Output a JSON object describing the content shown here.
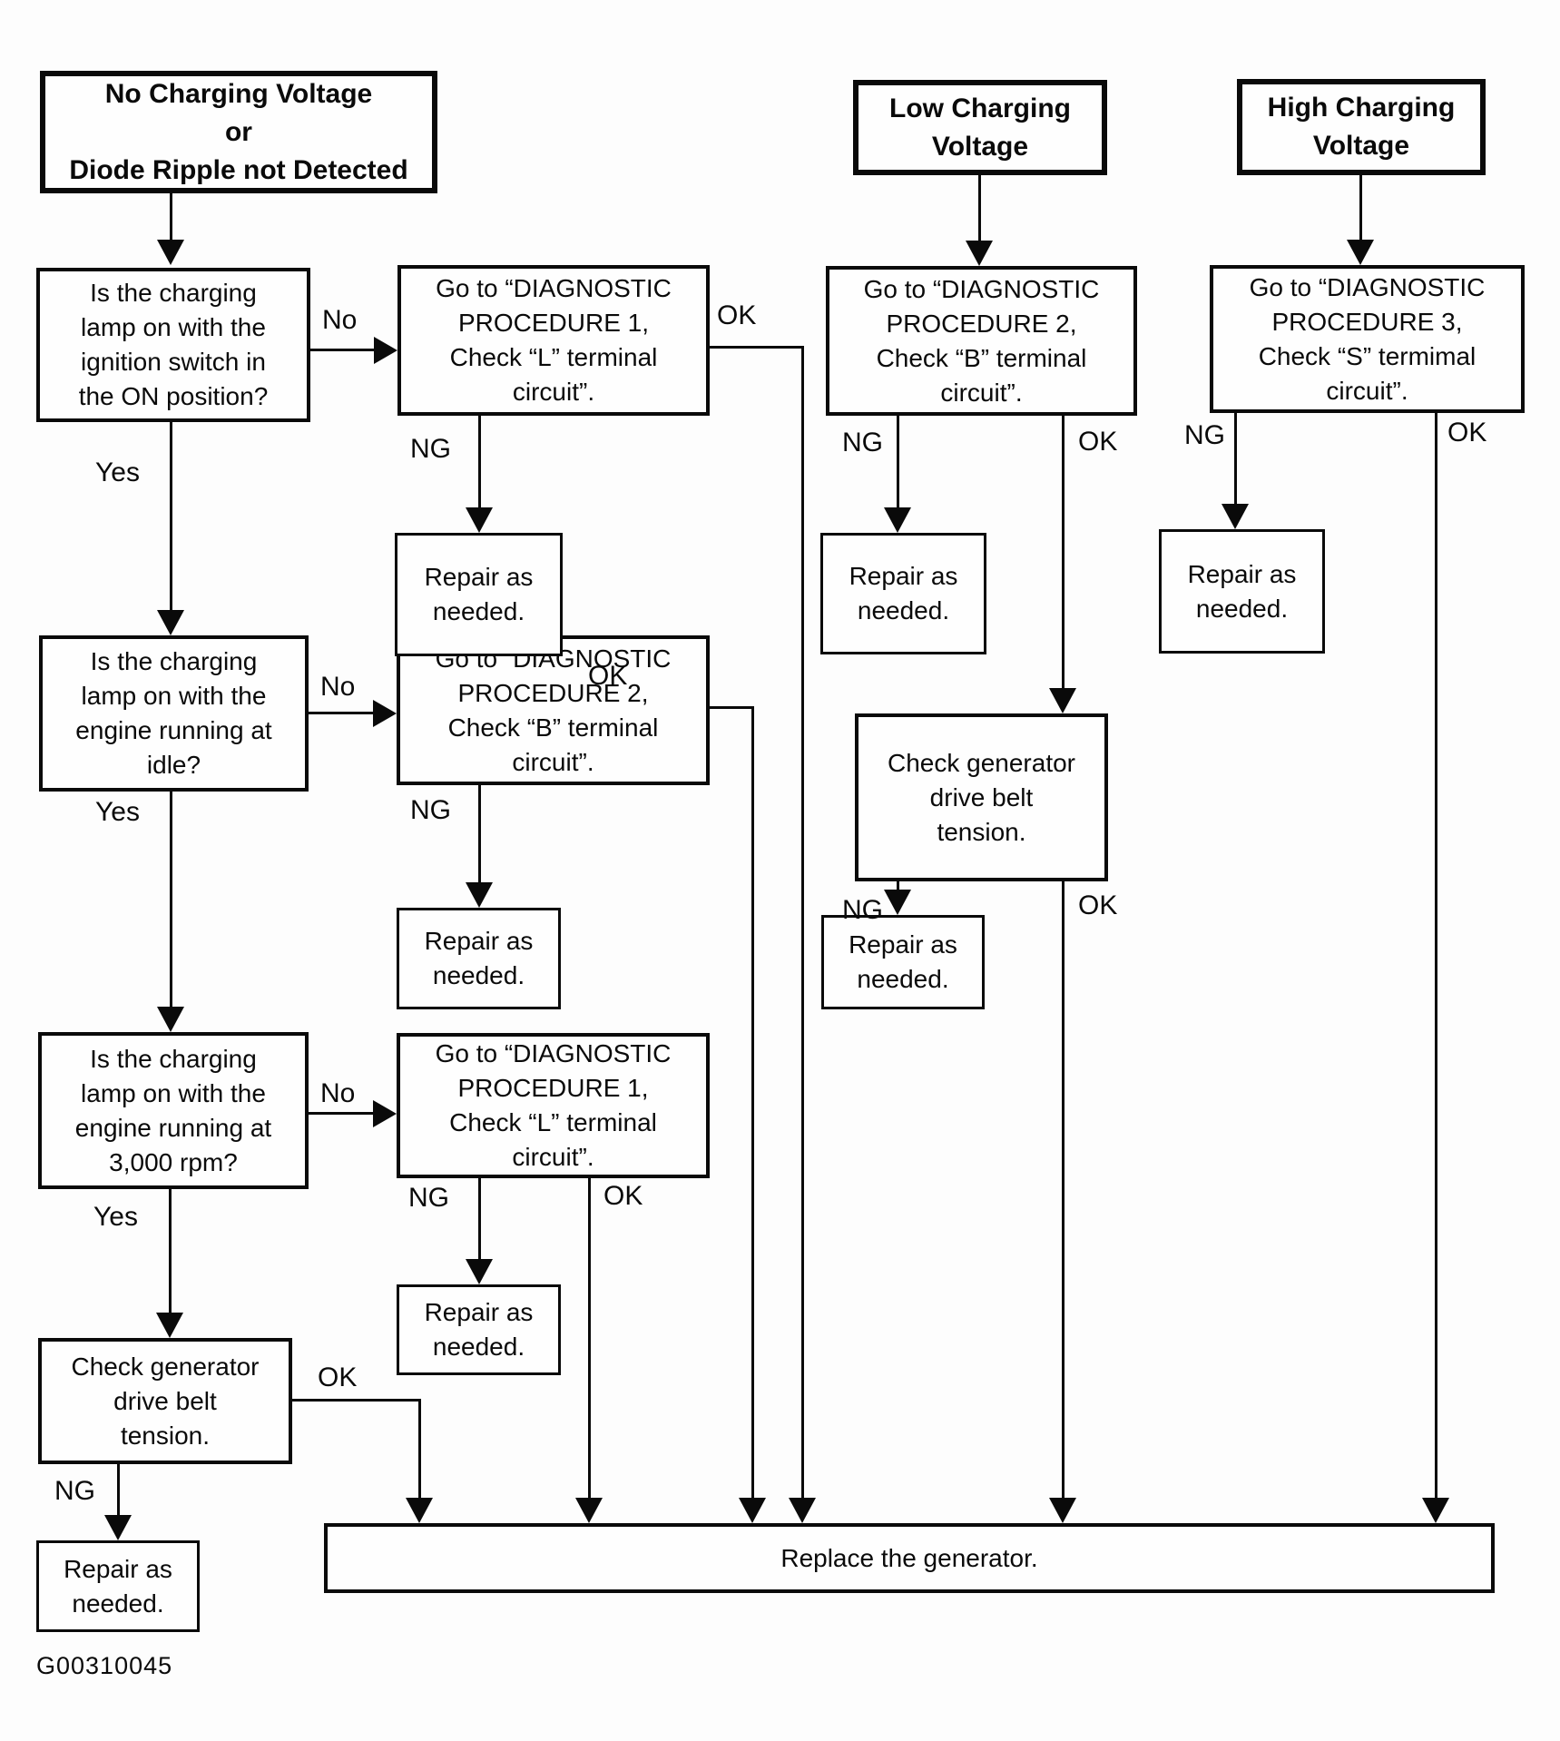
{
  "page": {
    "background": "#fdfdfd",
    "ink": "#0a0a0a"
  },
  "labels": {
    "yes": "Yes",
    "no": "No",
    "ng": "NG",
    "ok": "OK"
  },
  "footer": {
    "figure_code": "G00310045"
  },
  "nodes": {
    "no_charging": {
      "text": "No Charging Voltage\nor\nDiode Ripple not Detected"
    },
    "low_charging": {
      "text": "Low Charging\nVoltage"
    },
    "high_charging": {
      "text": "High Charging\nVoltage"
    },
    "q_ignition_on": {
      "text": "Is the charging\nlamp on with the\nignition switch in\nthe ON position?"
    },
    "q_engine_idle": {
      "text": "Is the charging\nlamp on with the\nengine running at\nidle?"
    },
    "q_engine_3000": {
      "text": "Is the charging\nlamp on with the\nengine running at\n3,000 rpm?"
    },
    "goto_proc1": {
      "text": "Go to “DIAGNOSTIC\nPROCEDURE 1,\nCheck “L” terminal\ncircuit”."
    },
    "goto_proc2": {
      "text": "Go to “DIAGNOSTIC\nPROCEDURE 2,\nCheck “B” terminal\ncircuit”."
    },
    "goto_proc3": {
      "text": "Go to “DIAGNOSTIC\nPROCEDURE 3,\nCheck “S” termimal\ncircuit”."
    },
    "check_belt": {
      "text": "Check generator\ndrive belt\ntension."
    },
    "repair": {
      "text": "Repair as\nneeded."
    },
    "replace": {
      "text": "Replace the generator."
    }
  },
  "edges": [
    {
      "from": "no_charging",
      "to": "q_ignition_on",
      "label": ""
    },
    {
      "from": "q_ignition_on",
      "to": "goto_proc1_row1",
      "label": "No"
    },
    {
      "from": "q_ignition_on",
      "to": "q_engine_idle",
      "label": "Yes"
    },
    {
      "from": "goto_proc1_row1",
      "to": "repair_row1_left",
      "label": "NG"
    },
    {
      "from": "goto_proc1_row1",
      "to": "replace",
      "label": "OK"
    },
    {
      "from": "q_engine_idle",
      "to": "goto_proc2_left",
      "label": "No"
    },
    {
      "from": "q_engine_idle",
      "to": "q_engine_3000",
      "label": "Yes"
    },
    {
      "from": "goto_proc2_left",
      "to": "repair_row2_left",
      "label": "NG"
    },
    {
      "from": "goto_proc2_left",
      "to": "replace",
      "label": "OK"
    },
    {
      "from": "q_engine_3000",
      "to": "goto_proc1_row3",
      "label": "No"
    },
    {
      "from": "q_engine_3000",
      "to": "check_belt_left",
      "label": "Yes"
    },
    {
      "from": "goto_proc1_row3",
      "to": "repair_row3_left",
      "label": "NG"
    },
    {
      "from": "goto_proc1_row3",
      "to": "replace",
      "label": "OK"
    },
    {
      "from": "check_belt_left",
      "to": "repair_bottom_left",
      "label": "NG"
    },
    {
      "from": "check_belt_left",
      "to": "replace",
      "label": "OK"
    },
    {
      "from": "low_charging",
      "to": "goto_proc2_mid",
      "label": ""
    },
    {
      "from": "goto_proc2_mid",
      "to": "repair_mid_1",
      "label": "NG"
    },
    {
      "from": "goto_proc2_mid",
      "to": "check_belt_mid",
      "label": "OK"
    },
    {
      "from": "check_belt_mid",
      "to": "repair_mid_2",
      "label": "NG"
    },
    {
      "from": "check_belt_mid",
      "to": "replace",
      "label": "OK"
    },
    {
      "from": "high_charging",
      "to": "goto_proc3_right",
      "label": ""
    },
    {
      "from": "goto_proc3_right",
      "to": "repair_right",
      "label": "NG"
    },
    {
      "from": "goto_proc3_right",
      "to": "replace",
      "label": "OK"
    }
  ]
}
